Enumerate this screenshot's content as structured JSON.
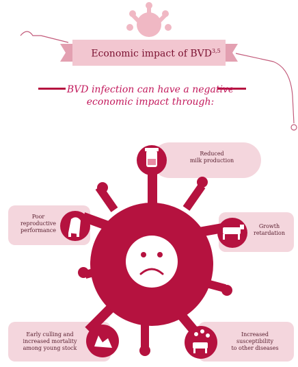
{
  "title": "Economic impact of BVD",
  "title_superscript": "3,5",
  "subtitle_line1": "BVD infection can have a negative",
  "subtitle_line2": "economic impact through:",
  "impacts": [
    {
      "label_line1": "Reduced",
      "label_line2": "milk production",
      "label_line3": ""
    },
    {
      "label_line1": "Poor",
      "label_line2": "reproductive",
      "label_line3": "performance"
    },
    {
      "label_line1": "Growth",
      "label_line2": "retardation",
      "label_line3": ""
    },
    {
      "label_line1": "Early culling and",
      "label_line2": "increased mortality",
      "label_line3": "among young stock"
    },
    {
      "label_line1": "Increased",
      "label_line2": "susceptibility",
      "label_line3": "to other diseases"
    }
  ],
  "colors": {
    "primary": "#b5123f",
    "pill": "#f4d6dd",
    "banner": "#f2c6d0",
    "light": "#f0b8c4"
  },
  "center_icon": "sad-face-icon"
}
